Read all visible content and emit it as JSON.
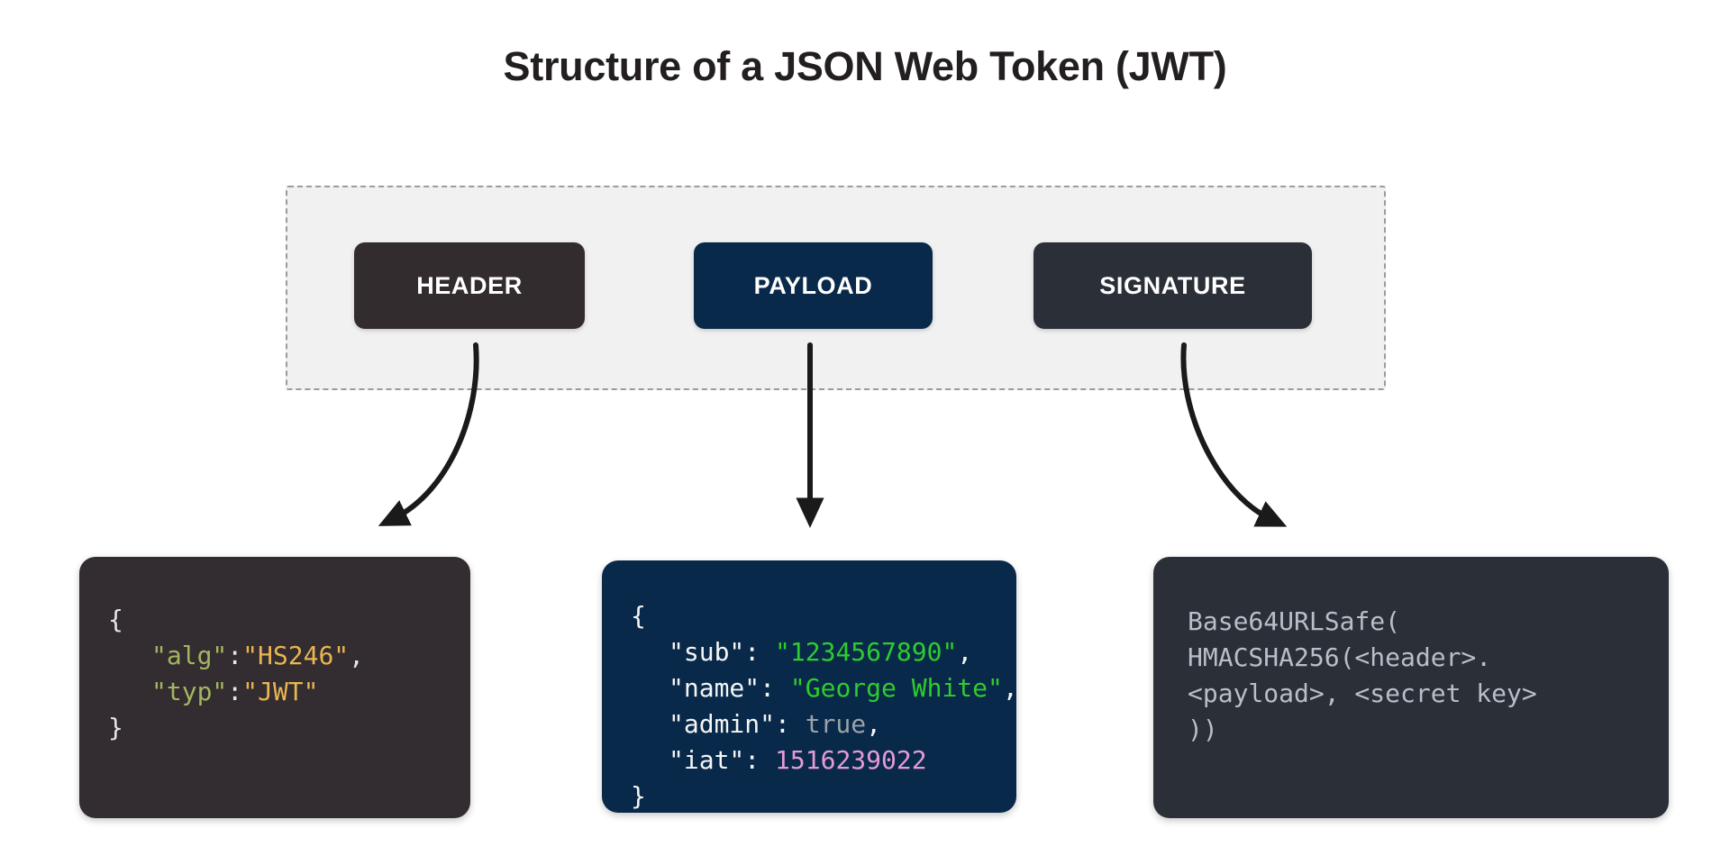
{
  "title": "Structure of a JSON Web Token (JWT)",
  "colors": {
    "page_background": "#ffffff",
    "title_text": "#231f20",
    "container_fill": "#f1f1f1",
    "container_border": "#9b9b9b",
    "header_chip": "#332c2f",
    "payload_chip": "#09294a",
    "signature_chip": "#2b2f38",
    "arrow": "#1a1a1a",
    "key_olive": "#a3b561",
    "string_gold": "#e8b552",
    "string_green": "#2ecc2e",
    "bool_gray": "#9aa3a8",
    "number_pink": "#e49bd6",
    "signature_text": "#b9bec7"
  },
  "token_container": {
    "parts": [
      {
        "id": "header",
        "label": "HEADER"
      },
      {
        "id": "payload",
        "label": "PAYLOAD"
      },
      {
        "id": "signature",
        "label": "SIGNATURE"
      }
    ]
  },
  "arrows": [
    {
      "id": "header-arrow",
      "from": "HEADER",
      "to": "header-code",
      "shape": "curved-left"
    },
    {
      "id": "payload-arrow",
      "from": "PAYLOAD",
      "to": "payload-code",
      "shape": "straight"
    },
    {
      "id": "signature-arrow",
      "from": "SIGNATURE",
      "to": "signature-code",
      "shape": "curved-right"
    }
  ],
  "code_blocks": {
    "header": {
      "open_brace": "{",
      "lines": [
        {
          "key": "\"alg\"",
          "colon": ":",
          "value": "\"HS246\"",
          "comma": ","
        },
        {
          "key": "\"typ\"",
          "colon": ":",
          "value": "\"JWT\"",
          "comma": ""
        }
      ],
      "close_brace": "}"
    },
    "payload": {
      "open_brace": "{",
      "lines": [
        {
          "key": "\"sub\":",
          "value": "\"1234567890\"",
          "comma": ",",
          "value_type": "string"
        },
        {
          "key": "\"name\":",
          "value": "\"George White\"",
          "comma": ",",
          "value_type": "string"
        },
        {
          "key": "\"admin\":",
          "value": "true",
          "comma": ",",
          "value_type": "boolean"
        },
        {
          "key": "\"iat\":",
          "value": "1516239022",
          "comma": "",
          "value_type": "number"
        }
      ],
      "close_brace": "}"
    },
    "signature": {
      "lines": [
        "Base64URLSafe(",
        "HMACSHA256(<header>.",
        "<payload>, <secret key>",
        "))"
      ]
    }
  }
}
